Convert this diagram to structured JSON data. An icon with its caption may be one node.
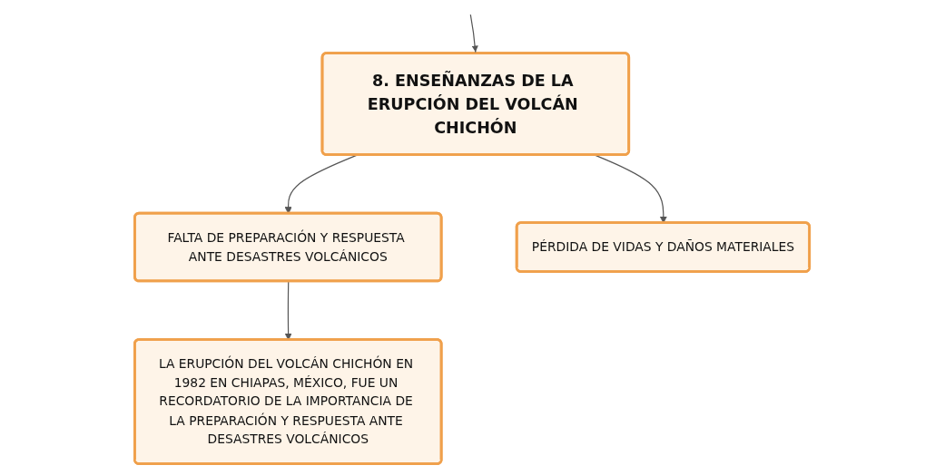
{
  "diagram": {
    "nodes": [
      {
        "text": [
          "8. ENSEÑANZAS DE LA ERUPCIÓN DEL VOLCÁN CHICHÓN"
        ]
      },
      {
        "text": [
          "FALTA DE PREPARACIÓN Y RESPUESTA ANTE DESASTRES VOLCÁNICOS"
        ]
      },
      {
        "text": [
          "PÉRDIDA DE VIDAS Y DAÑOS MATERIALES"
        ]
      },
      {
        "text": [
          "LA ERUPCIÓN DEL VOLCÁN CHICHÓN EN 1982 EN CHIAPAS, MÉXICO, FUE UN RECORDATORIO DE LA IMPORTANCIA DE LA PREPARACIÓN Y RESPUESTA ANTE DESASTRES VOLCÁNICOS"
        ]
      }
    ],
    "edges": [
      {
        "from": null,
        "to": 0,
        "arrow": "to"
      },
      {
        "from": 0,
        "to": 1,
        "arrow": "to"
      },
      {
        "from": 0,
        "to": 2,
        "arrow": "to"
      },
      {
        "from": 1,
        "to": 3,
        "arrow": "to"
      }
    ]
  }
}
